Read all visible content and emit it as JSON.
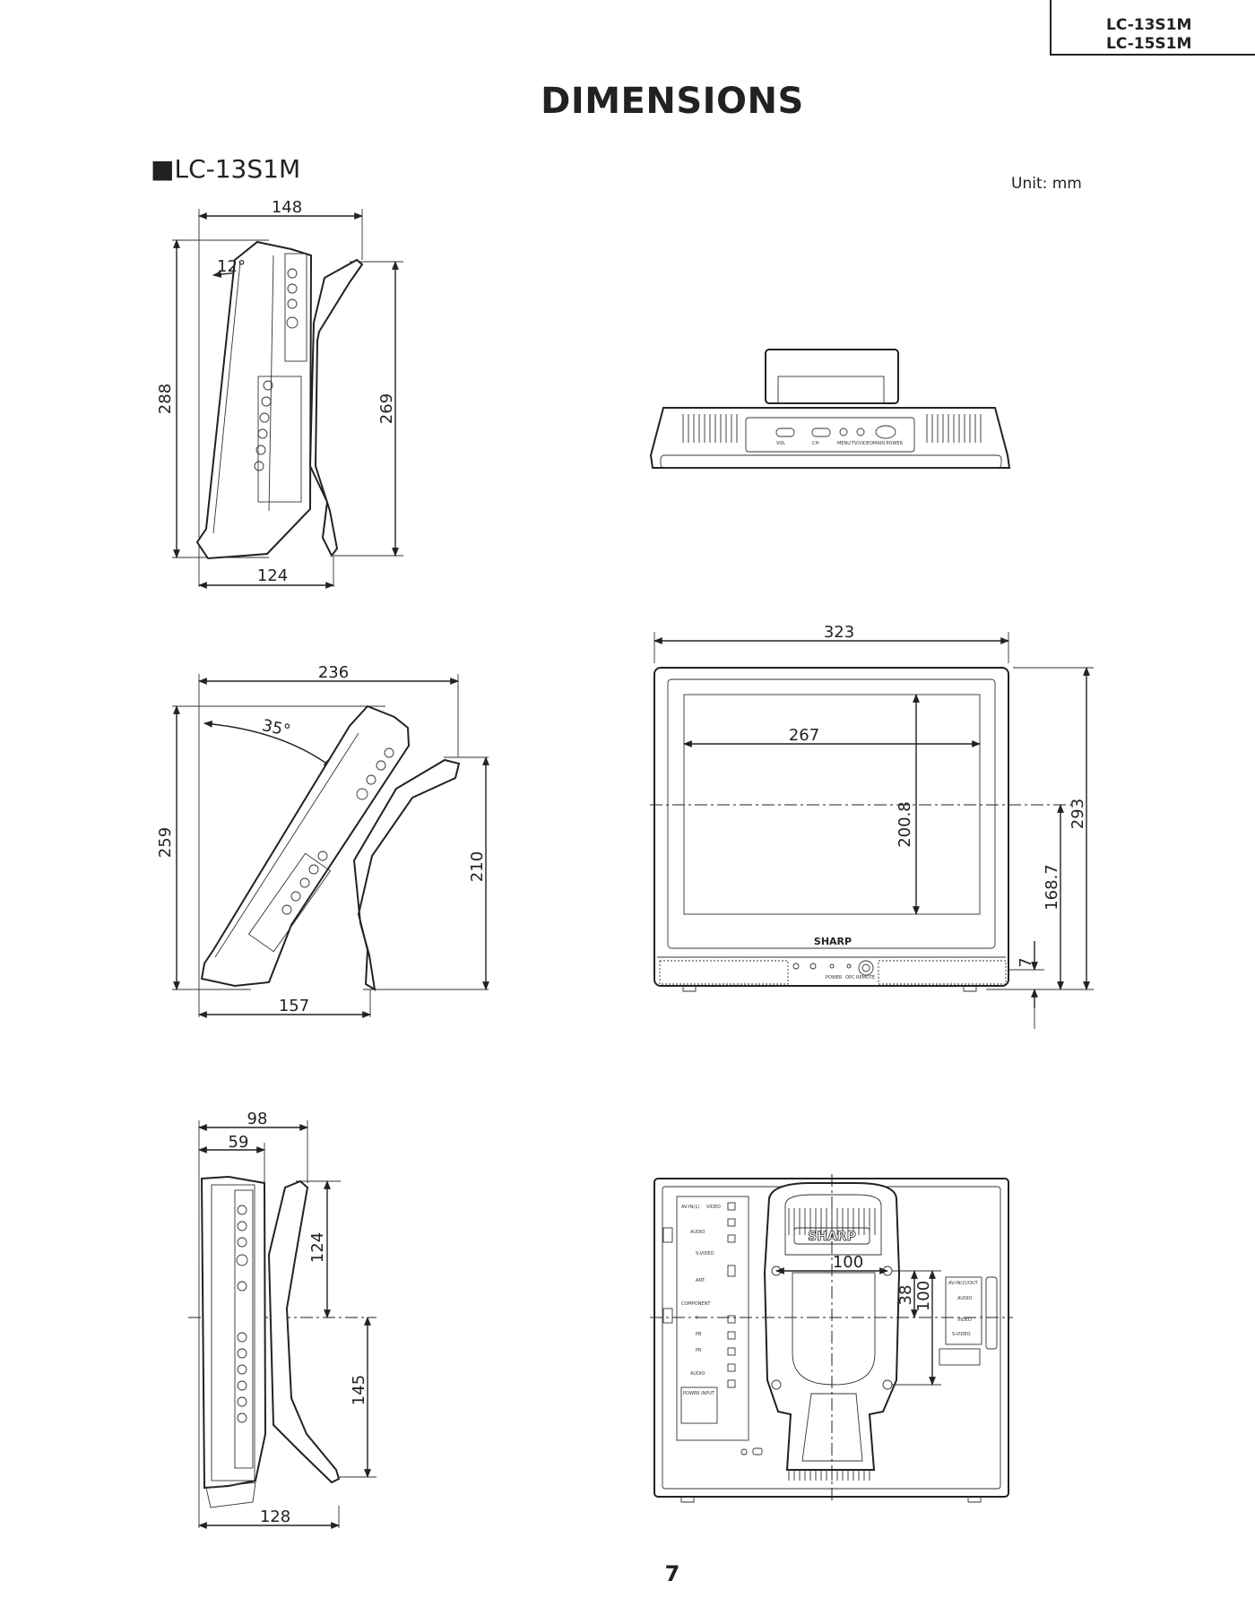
{
  "header": {
    "models": [
      "LC-13S1M",
      "LC-15S1M"
    ]
  },
  "title": "DIMENSIONS",
  "section": {
    "marker": "■",
    "model": "LC-13S1M"
  },
  "unit": "Unit: mm",
  "dimensions": {
    "side_top": {
      "width_top": "148",
      "angle": "12°",
      "height_left": "288",
      "height_right": "269",
      "width_bottom": "124"
    },
    "side_tilt": {
      "width_top": "236",
      "angle": "35°",
      "height_left": "259",
      "height_right": "210",
      "width_bottom": "157"
    },
    "side_bottom": {
      "width_98": "98",
      "width_59": "59",
      "height_upper": "124",
      "height_lower": "145",
      "width_bottom": "128"
    },
    "front": {
      "width": "323",
      "screen_width": "267",
      "screen_height": "200.8",
      "height": "293",
      "center_height": "168.7",
      "foot": "7"
    },
    "back": {
      "vesa_width": "100",
      "offset": "38",
      "vesa_height": "100"
    }
  },
  "panel_text": {
    "brand": "SHARP",
    "front_buttons": [
      "POWER",
      "OPC",
      "REMOTE"
    ],
    "top_controls": [
      "VOL",
      "CH",
      "MENU",
      "TV/VIDEO",
      "MAIN POWER"
    ],
    "back_labels": [
      "AV-IN(1)",
      "VIDEO",
      "AUDIO",
      "S-VIDEO",
      "ANT.",
      "COMPONENT",
      "Y",
      "PB",
      "PR",
      "AUDIO",
      "POWER INPUT",
      "AV-IN(2)/OUT",
      "AUDIO",
      "VIDEO",
      "S-VIDEO"
    ]
  },
  "page_number": "7"
}
